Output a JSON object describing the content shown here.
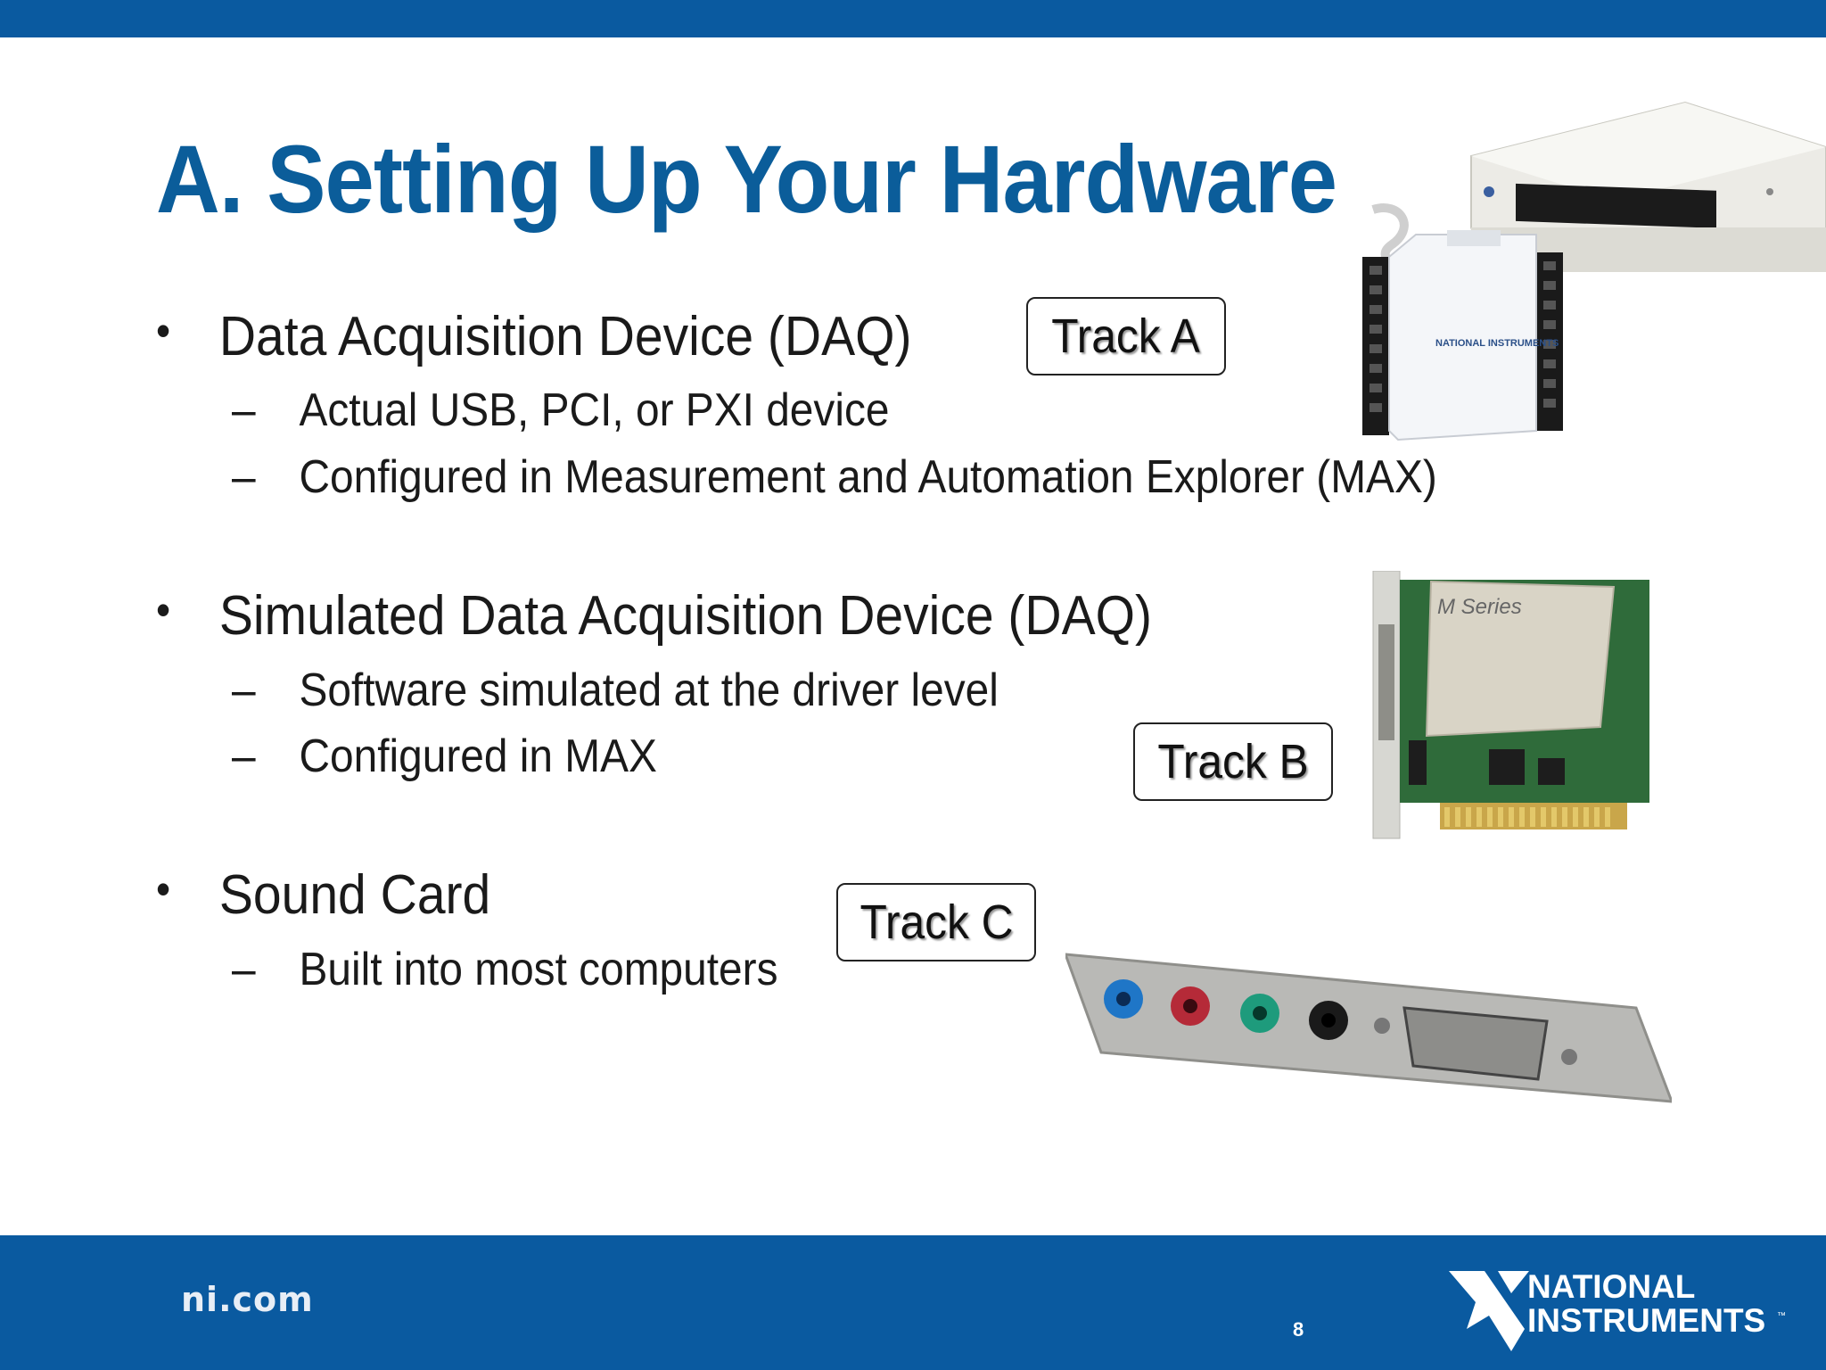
{
  "title": "A. Setting Up Your Hardware",
  "bullets": [
    {
      "text": "Data Acquisition Device (DAQ)",
      "subs": [
        "Actual USB, PCI, or PXI device",
        "Configured in Measurement and Automation Explorer (MAX)"
      ]
    },
    {
      "text": "Simulated Data Acquisition Device (DAQ)",
      "subs": [
        "Software simulated at the driver level",
        "Configured in MAX"
      ]
    },
    {
      "text": "Sound Card",
      "subs": [
        "Built into most computers"
      ]
    }
  ],
  "bullet_glyph": "•",
  "dash_glyph": "–",
  "tracks": {
    "a": "Track A",
    "b": "Track B",
    "c": "Track C"
  },
  "images": {
    "pxi_label": "NATIONAL INSTRUMENTS",
    "pci_label": "M Series"
  },
  "footer": {
    "site": "ni.com",
    "page": "8",
    "logo_line1": "NATIONAL",
    "logo_line2": "INSTRUMENTS",
    "logo_tm": "™"
  },
  "colors": {
    "brand_blue": "#0a5aa0",
    "title_blue": "#0b5d9a"
  }
}
